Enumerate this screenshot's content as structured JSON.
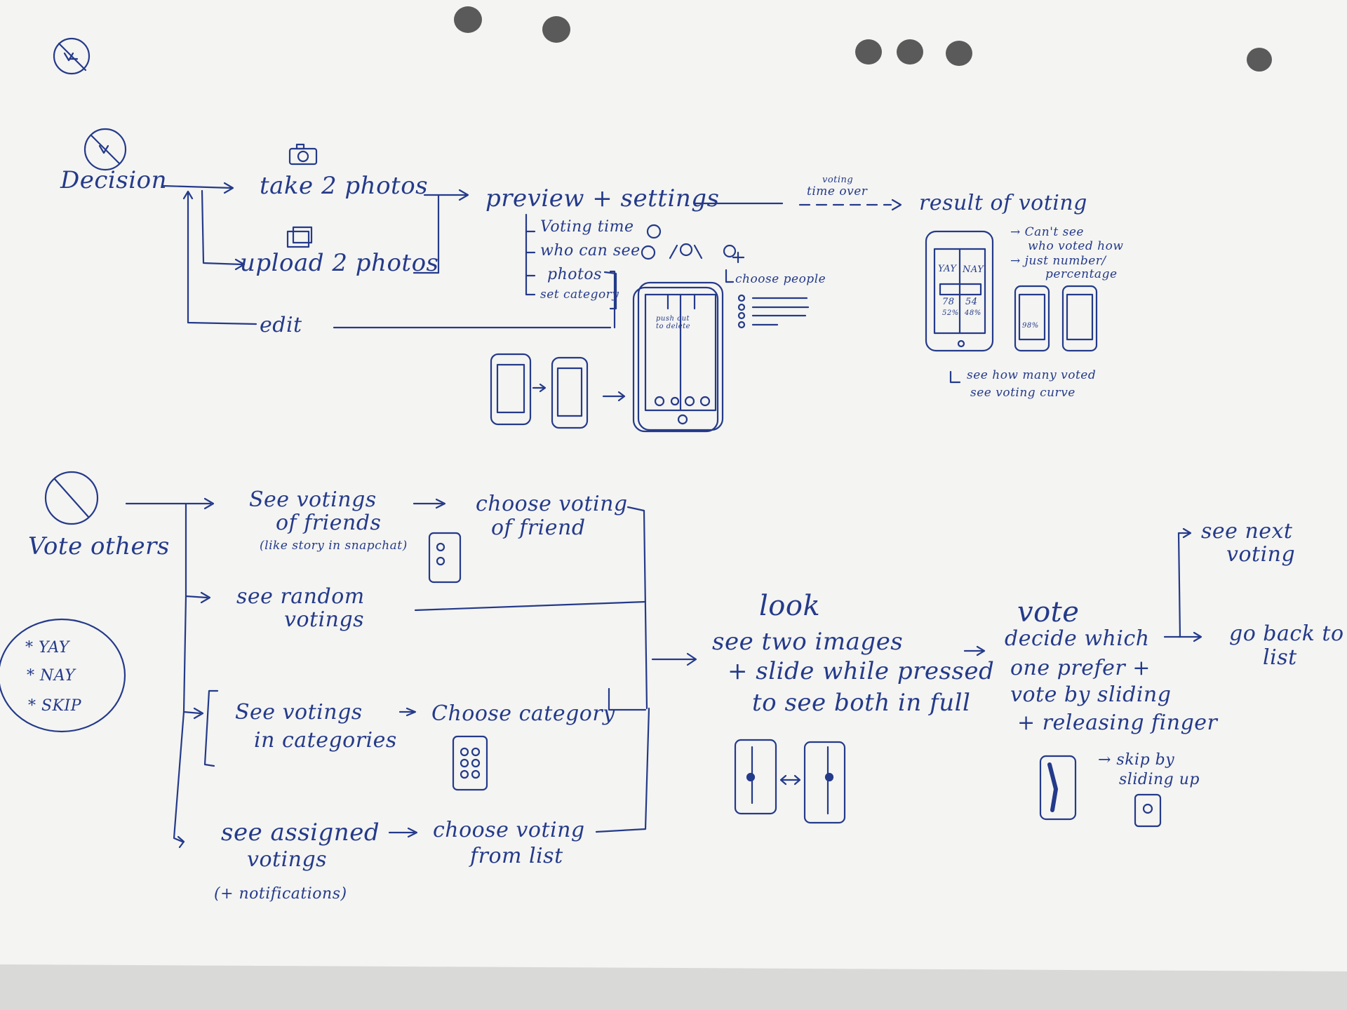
{
  "decision": {
    "title": "Decision",
    "take_photos": "take 2 photos",
    "upload_photos": "upload 2 photos",
    "edit": "edit",
    "preview_settings": "preview + settings",
    "settings": [
      "Voting time",
      "who can see",
      "photos",
      "set category"
    ],
    "choose_people": "choose people",
    "voting_time_over_1": "voting",
    "voting_time_over_2": "time over",
    "result_of_voting": "result of voting",
    "cant_see_1": "→ Can't see",
    "cant_see_2": "who voted how",
    "just_number_1": "→ just number/",
    "just_number_2": "percentage",
    "see_how_many": "see how many voted",
    "see_curve": "see voting curve",
    "phone_yay": "YAY",
    "phone_nay": "NAY",
    "phone_count_left": "78",
    "phone_count_right": "54",
    "phone_pct_left": "52%",
    "phone_pct_right": "48%",
    "phone_small_pct": "98%",
    "push_out": "push out to delete"
  },
  "vote_others": {
    "title": "Vote others",
    "options": [
      "YAY",
      "NAY",
      "SKIP"
    ],
    "see_votings_friends_1": "See votings",
    "see_votings_friends_2": "of friends",
    "like_story": "(like story in snapchat)",
    "choose_voting_friend_1": "choose voting",
    "choose_voting_friend_2": "of friend",
    "see_random_1": "see random",
    "see_random_2": "votings",
    "see_categories_1": "See votings",
    "see_categories_2": "in categories",
    "choose_category": "Choose category",
    "see_assigned_1": "see assigned",
    "see_assigned_2": "votings",
    "notifications": "(+ notifications)",
    "choose_from_list_1": "choose voting",
    "choose_from_list_2": "from list",
    "look_title": "look",
    "look_1": "see two images",
    "look_2": "+ slide while pressed",
    "look_3": "to see both in full",
    "vote_title": "vote",
    "vote_1": "decide which",
    "vote_2": "one prefer +",
    "vote_3": "vote by sliding",
    "vote_4": "+ releasing finger",
    "see_next_1": "see next",
    "see_next_2": "voting",
    "go_back_1": "go back to",
    "go_back_2": "list",
    "skip_1": "→ skip by",
    "skip_2": "sliding up"
  },
  "colors": {
    "ink": "#243a8a",
    "paper": "#f6f6f4",
    "background": "#cfcfcd"
  }
}
